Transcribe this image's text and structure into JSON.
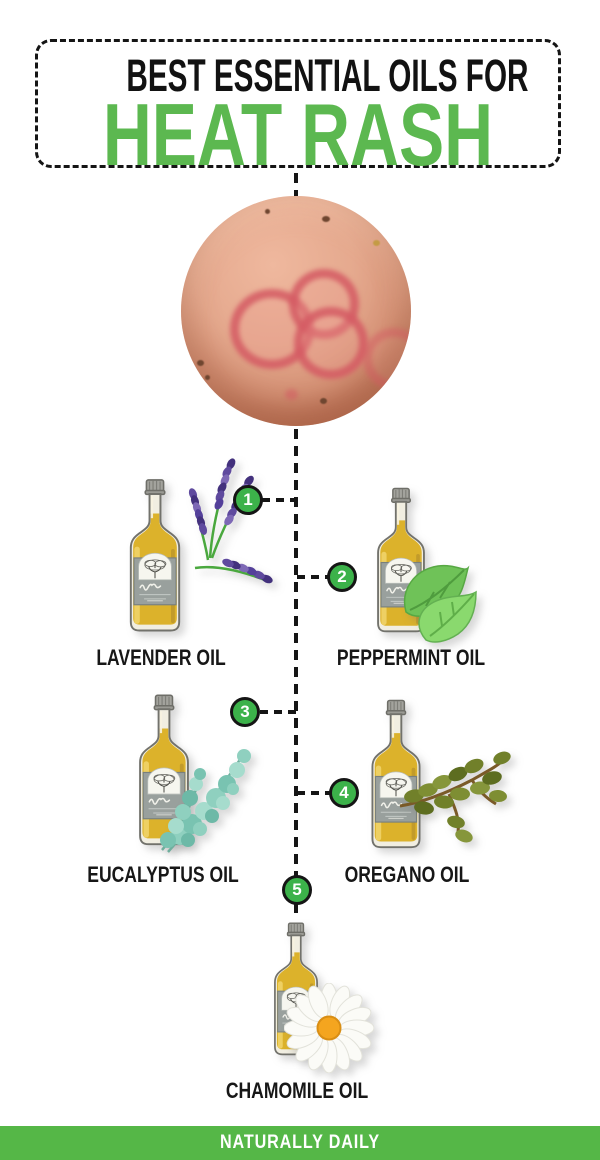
{
  "title": {
    "line1": "BEST ESSENTIAL OILS FOR",
    "line2": "HEAT RASH"
  },
  "oils": [
    {
      "number": "1",
      "label": "LAVENDER OIL",
      "icon": "lavender-flowers-icon"
    },
    {
      "number": "2",
      "label": "PEPPERMINT OIL",
      "icon": "mint-leaves-icon"
    },
    {
      "number": "3",
      "label": "EUCALYPTUS OIL",
      "icon": "eucalyptus-branch-icon"
    },
    {
      "number": "4",
      "label": "OREGANO OIL",
      "icon": "oregano-branch-icon"
    },
    {
      "number": "5",
      "label": "CHAMOMILE OIL",
      "icon": "chamomile-flower-icon"
    }
  ],
  "footer": {
    "brand": "NATURALLY DAILY"
  },
  "colors": {
    "title_green": "#5cb850",
    "badge_green": "#3cb24a",
    "footer_green": "#55b747",
    "line_black": "#151515",
    "oil_yellow": "#dcb22b"
  }
}
